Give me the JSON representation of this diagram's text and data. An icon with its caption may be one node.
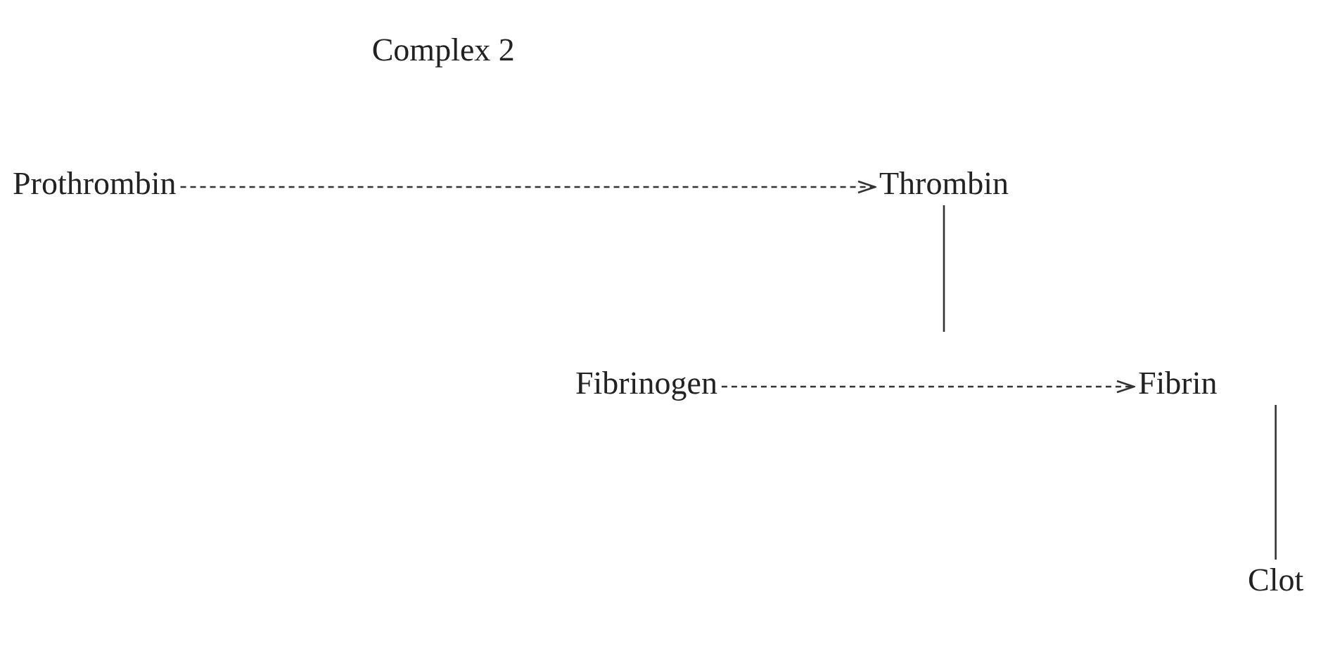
{
  "diagram": {
    "nodes": [
      {
        "text": [
          "Prothrombin"
        ]
      },
      {
        "text": [
          "Thrombin"
        ]
      },
      {
        "text": [
          "Fibrinogen"
        ]
      },
      {
        "text": [
          "Fibrin"
        ]
      },
      {
        "text": [
          "Clot"
        ]
      }
    ],
    "edges": [
      {
        "from": 0,
        "to": 1,
        "arrow": "to",
        "style": "dashed",
        "label": "Complex 2"
      },
      {
        "from": 1,
        "to": null,
        "arrow": "none"
      },
      {
        "from": 2,
        "to": 3,
        "arrow": "to",
        "style": "dashed"
      },
      {
        "from": 3,
        "to": 4,
        "arrow": "none"
      }
    ]
  }
}
